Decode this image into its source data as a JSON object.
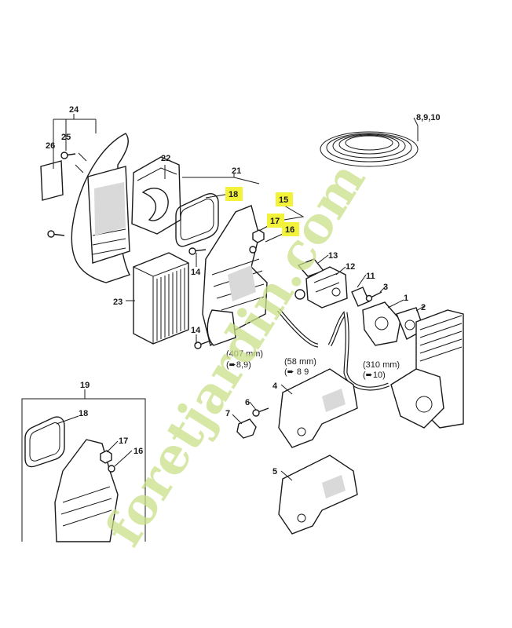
{
  "labels": {
    "p1": "1",
    "p2": "2",
    "p3": "3",
    "p4": "4",
    "p5": "5",
    "p6": "6",
    "p7": "7",
    "p8910": "8,9,10",
    "p11": "11",
    "p12": "12",
    "p13": "13",
    "p14a": "14",
    "p14b": "14",
    "p15": "15",
    "p16a": "16",
    "p16b": "16",
    "p17a": "17",
    "p17b": "17",
    "p18a": "18",
    "p18b": "18",
    "p19": "19",
    "p21": "21",
    "p22": "22",
    "p23": "23",
    "p24": "24",
    "p25": "25",
    "p26": "26"
  },
  "notes": {
    "hose1_len": "(407 mm)",
    "hose1_ref": "(➨8,9)",
    "hose2_len": "(58 mm)",
    "hose2_ref": "(➨ 8  9",
    "hose3_len": "(310 mm)",
    "hose3_ref": "(➨10)"
  },
  "highlight_color": "#f2f23a",
  "watermark": {
    "text": "foretjardin.com",
    "color": "#c9e089"
  }
}
